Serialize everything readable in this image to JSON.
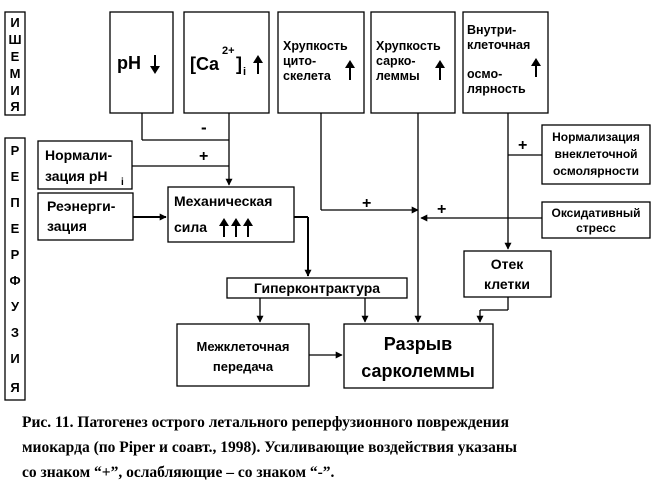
{
  "side_labels": {
    "ischemia": [
      "И",
      "Ш",
      "Е",
      "М",
      "И",
      "Я"
    ],
    "reperfusion": [
      "Р",
      "Е",
      "П",
      "Е",
      "Р",
      "Ф",
      "У",
      "З",
      "И",
      "Я"
    ]
  },
  "nodes": {
    "ph": "pH",
    "ca_base": "[Ca",
    "ca_sup": "2+",
    "ca_close": "]",
    "ca_sub": "i",
    "cyto": [
      "Хрупкость",
      "цито-",
      "скелета"
    ],
    "sarco": [
      "Хрупкость",
      "сарко-",
      "леммы"
    ],
    "osmo": [
      "Внутри-",
      "клеточная",
      "осмо-",
      "лярность"
    ],
    "norm_ph_line1": "Нормали-",
    "norm_ph_line2": "зация pH",
    "norm_ph_sub": "i",
    "reenergize": [
      "Реэнерги-",
      "зация"
    ],
    "mech": [
      "Механическая",
      "сила"
    ],
    "norm_osmo": [
      "Нормализация",
      "внеклеточной",
      "осмолярности"
    ],
    "oxid": [
      "Оксидативный",
      "стресс"
    ],
    "edema": [
      "Отек",
      "клетки"
    ],
    "hyper": "Гиперконтрактура",
    "intercell": [
      "Межклеточная",
      "передача"
    ],
    "rupture": [
      "Разрыв",
      "сарколеммы"
    ]
  },
  "signs": {
    "minus": "-",
    "plus": "+"
  },
  "caption": [
    "Рис. 11. Патогенез острого летального реперфузионного повреждения",
    "миокарда (по Piper и соавт., 1998). Усиливающие воздействия указаны",
    "со знаком “+”, ослабляющие – со знаком “-”."
  ]
}
